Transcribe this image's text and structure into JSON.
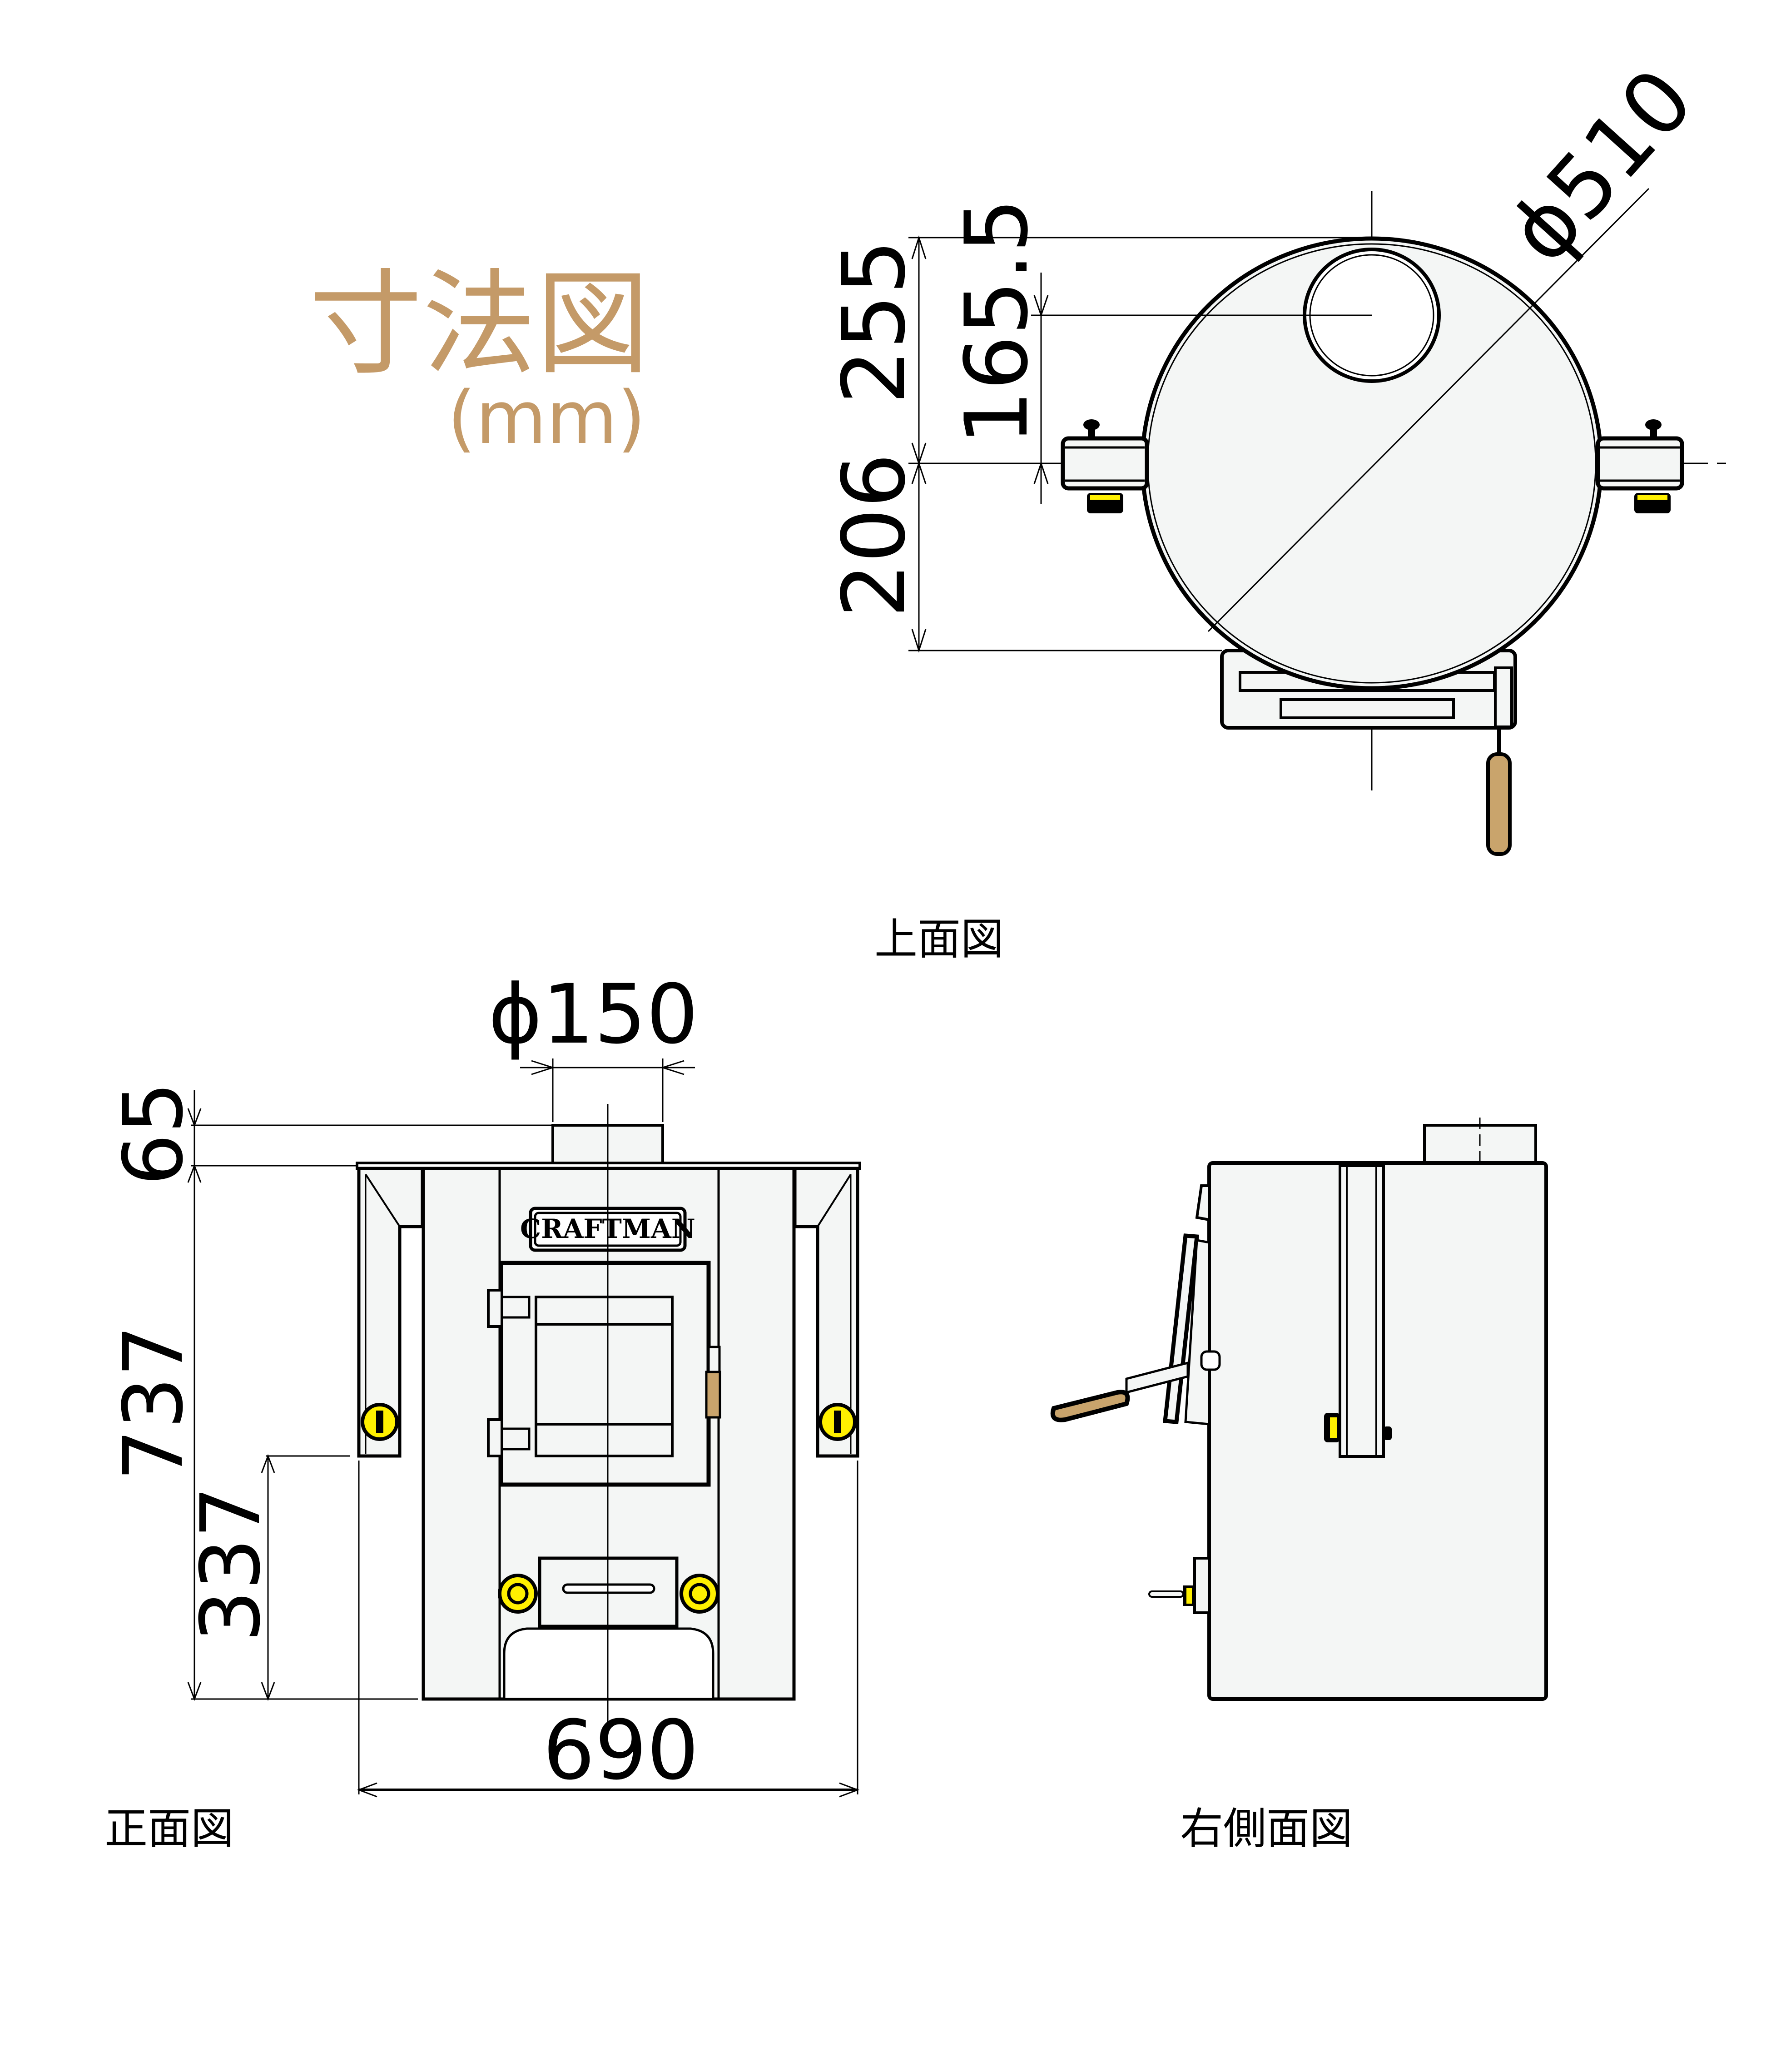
{
  "title": {
    "main": "寸法図",
    "unit": "(mm)",
    "color": "#C49A68"
  },
  "views": {
    "top": {
      "label": "上面図",
      "dims": {
        "total_front_to_back_upper": "255",
        "flue_offset": "165.5",
        "lower": "206",
        "diameter": "ϕ510"
      }
    },
    "front": {
      "label": "正面図",
      "brand_plate": "CRAFTMAN",
      "dims": {
        "flue_diameter": "ϕ150",
        "flue_height": "65",
        "body_height": "737",
        "leg_height": "337",
        "width": "690"
      }
    },
    "side": {
      "label": "右側面図"
    }
  },
  "colors": {
    "body_fill": "#f4f6f5",
    "knob_yellow": "#FFF000",
    "handle_wood": "#C9A46C",
    "line": "#000000"
  }
}
